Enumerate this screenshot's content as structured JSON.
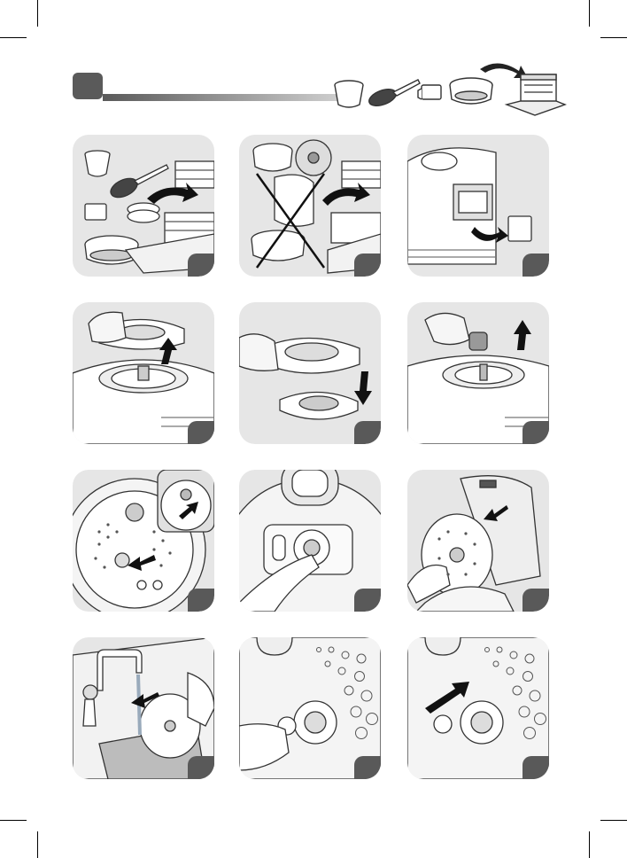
{
  "header": {
    "step_number": "",
    "items": [
      {
        "name": "measuring-cup-icon"
      },
      {
        "name": "spatula-icon"
      },
      {
        "name": "inner-lid-icon"
      },
      {
        "name": "steam-basket-icon"
      },
      {
        "name": "dishwasher-icon"
      }
    ]
  },
  "panels": [
    {
      "label": "dishwasher-safe-accessories",
      "number": ""
    },
    {
      "label": "not-dishwasher-safe-parts",
      "number": ""
    },
    {
      "label": "remove-condensation-collector",
      "number": ""
    },
    {
      "label": "lift-steam-valve",
      "number": ""
    },
    {
      "label": "separate-valve-parts",
      "number": ""
    },
    {
      "label": "pull-valve-cap",
      "number": ""
    },
    {
      "label": "remove-inner-lid",
      "number": ""
    },
    {
      "label": "press-valve-center",
      "number": ""
    },
    {
      "label": "reinsert-inner-lid",
      "number": ""
    },
    {
      "label": "rinse-lid-under-tap",
      "number": ""
    },
    {
      "label": "remove-seal",
      "number": ""
    },
    {
      "label": "refit-seal",
      "number": ""
    }
  ],
  "colors": {
    "panel_bg": "#e6e6e6",
    "badge_bg": "#595959",
    "line": "#333333"
  }
}
